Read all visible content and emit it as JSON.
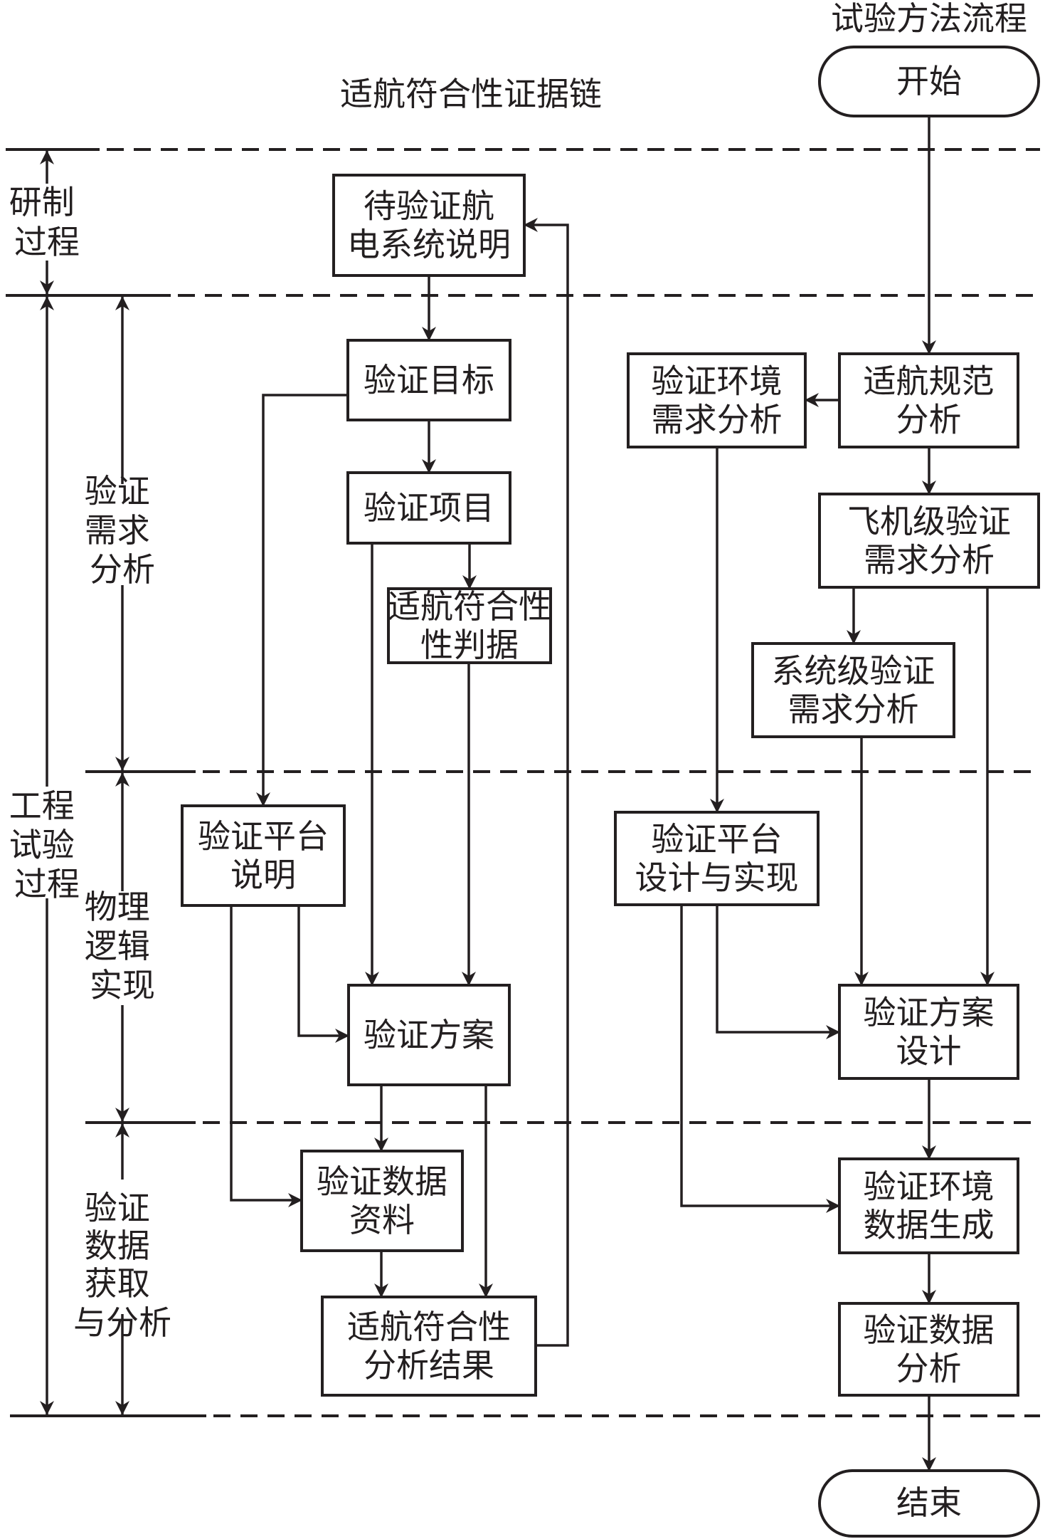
{
  "colors": {
    "stroke": "#231f20",
    "background": "#ffffff"
  },
  "titles": {
    "evidence_chain": "适航符合性证据链",
    "test_method_flow": "试验方法流程"
  },
  "phases": {
    "development": [
      "研制",
      "过程"
    ],
    "engineering_test": [
      "工程",
      "试验",
      "过程"
    ],
    "requirement_analysis": [
      "验证",
      "需求",
      "分析"
    ],
    "physical_logic": [
      "物理",
      "逻辑",
      "实现"
    ],
    "data_acquisition": [
      "验证",
      "数据",
      "获取",
      "与分析"
    ]
  },
  "nodes": {
    "start": [
      "开始"
    ],
    "end": [
      "结束"
    ],
    "avionics_description": [
      "待验证航",
      "电系统说明"
    ],
    "verification_goal": [
      "验证目标"
    ],
    "verification_item": [
      "验证项目"
    ],
    "compliance_criteria": [
      "适航符合性",
      "性判据"
    ],
    "platform_description": [
      "验证平台",
      "说明"
    ],
    "verification_plan": [
      "验证方案"
    ],
    "verification_data": [
      "验证数据",
      "资料"
    ],
    "compliance_result": [
      "适航符合性",
      "分析结果"
    ],
    "env_requirement": [
      "验证环境",
      "需求分析"
    ],
    "airworthiness_spec": [
      "适航规范",
      "分析"
    ],
    "aircraft_requirement": [
      "飞机级验证",
      "需求分析"
    ],
    "system_requirement": [
      "系统级验证",
      "需求分析"
    ],
    "platform_design": [
      "验证平台",
      "设计与实现"
    ],
    "plan_design": [
      "验证方案",
      "设计"
    ],
    "env_data_generation": [
      "验证环境",
      "数据生成"
    ],
    "data_analysis": [
      "验证数据",
      "分析"
    ]
  }
}
